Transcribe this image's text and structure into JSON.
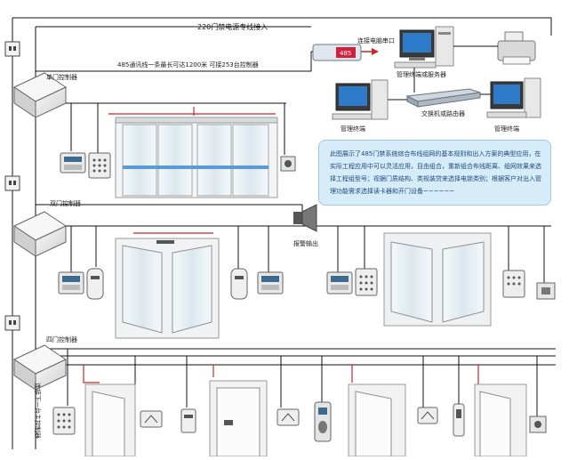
{
  "labels": {
    "power_line": "220门禁电源专线接入",
    "rs485_line": "485通讯线一条最长可达1200米 可接253台控制器",
    "converter": "485",
    "pc_serial": "连接电脑串口",
    "mgmt_server": "管理终端或服务器",
    "mgmt_left": "管理终端",
    "switch": "交换机或路由器",
    "mgmt_right": "管理终端",
    "single_door": "单门控制器",
    "double_door": "双门控制器",
    "four_door": "四门控制器",
    "alarm_output": "报警输出",
    "connect_next": "连接下一台主控制器"
  },
  "description": "此图展示了485门禁系统综合布线组网的基本规则和出入方案的典型应用，在实际工程应用中可以灵活应用，目由组合，重新组合布线距离、组网效果来选择工程组型号；视据门质结构、类规装贷来选择电锁类别；根据客户对出入管理功能需求选择读卡器和开门设备~~~~~~",
  "colors": {
    "line": "#111111",
    "red_wire": "#c62828",
    "info_bg": "#d6ecf8",
    "info_text": "#204a80",
    "door_frame": "#9a9a9a",
    "glass": "#e8f1f5",
    "sensor_strip": "#5b9bd5"
  }
}
